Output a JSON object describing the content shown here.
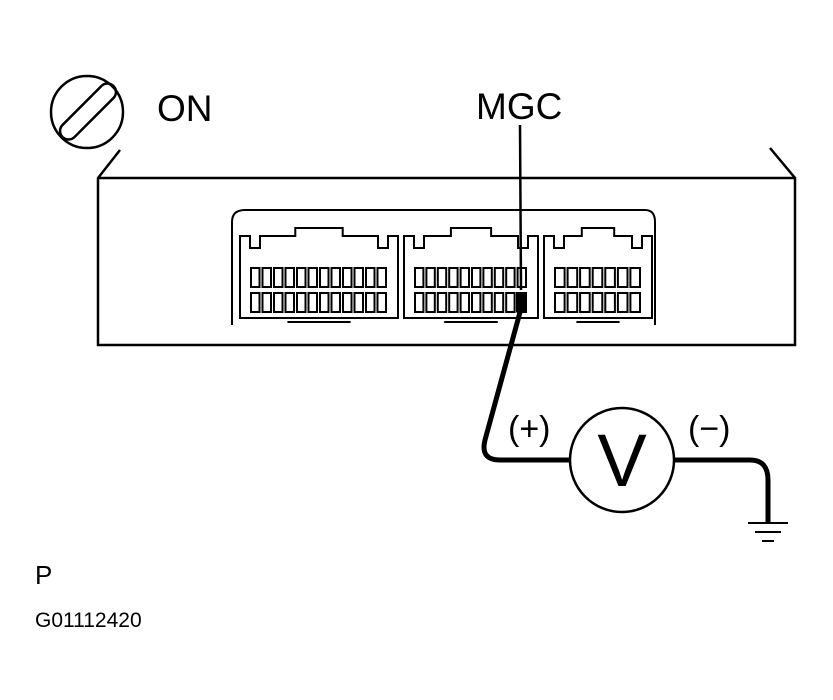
{
  "labels": {
    "ignition": "ON",
    "terminal": "MGC",
    "positive": "(+)",
    "negative": "(−)",
    "meter": "V",
    "view": "P",
    "figure_id": "G01112420"
  },
  "icons": {
    "ignition": "ignition-switch-icon",
    "meter": "voltmeter-icon",
    "ground": "ground-icon"
  },
  "connectors": [
    {
      "pins_per_row": 12,
      "rows": 2
    },
    {
      "pins_per_row": 10,
      "rows": 2
    },
    {
      "pins_per_row": 7,
      "rows": 2
    }
  ],
  "colors": {
    "line": "#000000",
    "background": "#ffffff"
  }
}
